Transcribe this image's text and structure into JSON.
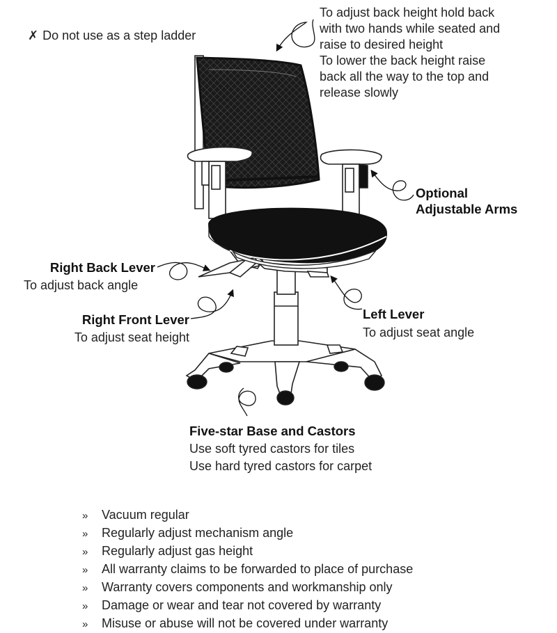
{
  "warning": {
    "icon": "cross-icon",
    "mark": "✗",
    "text": "Do not use as a step ladder"
  },
  "back_height": {
    "lines": [
      "To adjust back height hold back",
      "with two hands while seated and",
      "raise to desired height",
      "To lower the back height raise",
      "back all the way to the top and",
      "release slowly"
    ]
  },
  "arms": {
    "title_lines": [
      "Optional",
      "Adjustable Arms"
    ]
  },
  "right_back_lever": {
    "title": "Right Back Lever",
    "desc": "To adjust back angle"
  },
  "right_front_lever": {
    "title": "Right Front Lever",
    "desc": "To adjust seat height"
  },
  "left_lever": {
    "title": "Left Lever",
    "desc": "To adjust seat angle"
  },
  "base": {
    "title": "Five-star Base and Castors",
    "lines": [
      "Use soft tyred castors for tiles",
      "Use hard tyred castors for carpet"
    ]
  },
  "tips": {
    "bullet": "»",
    "items": [
      "Vacuum regular",
      "Regularly adjust mechanism angle",
      "Regularly adjust gas height",
      "All warranty claims to be forwarded to place of purchase",
      "Warranty covers components and workmanship only",
      "Damage or wear and tear not covered by warranty",
      "Misuse or abuse will not be covered under warranty"
    ]
  }
}
